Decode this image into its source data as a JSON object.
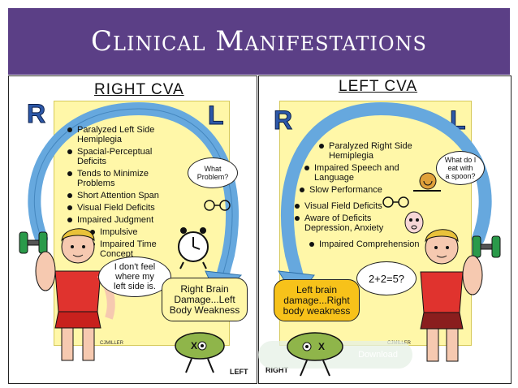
{
  "header": {
    "title": "Clinical Manifestations"
  },
  "left_panel": {
    "title": "RIGHT CVA",
    "letter_r": "R",
    "letter_l": "L",
    "items": [
      [
        "Paralyzed Left Side",
        "Hemiplegia"
      ],
      [
        "Spacial-Perceptual",
        "Deficits"
      ],
      [
        "Tends to Minimize",
        "Problems"
      ],
      [
        "Short Attention Span"
      ],
      [
        "Visual Field Deficits"
      ],
      [
        "Impaired Judgment"
      ],
      [
        "Impulsive"
      ],
      [
        "Impaired Time",
        "Concept"
      ]
    ],
    "bubble_question": [
      "What",
      "Problem?"
    ],
    "bubble_speech": [
      "I don't feel",
      "where my",
      "left side is."
    ],
    "damage_note": [
      "Right Brain",
      "Damage...Left",
      "Body Weakness"
    ],
    "footer_label": "LEFT",
    "signature": "CJMILLER"
  },
  "right_panel": {
    "title": "LEFT CVA",
    "letter_r": "R",
    "letter_l": "L",
    "items": [
      [
        "Paralyzed Right Side",
        "Hemiplegia"
      ],
      [
        "Impaired Speech and",
        "Language"
      ],
      [
        "Slow Performance"
      ],
      [
        "Visual Field Deficits"
      ],
      [
        "Aware of Deficits",
        "Depression, Anxiety"
      ],
      [
        "Impaired Comprehension"
      ]
    ],
    "bubble_question": [
      "What do I",
      "eat with",
      "a spoon?"
    ],
    "bubble_speech": [
      "2+2=5?"
    ],
    "damage_note": [
      "Left brain",
      "damage...Right",
      "body weakness"
    ],
    "footer_label": "RIGHT",
    "signature": "CJMILLER"
  },
  "overlay": {
    "label": "Download"
  },
  "colors": {
    "header_bg": "#5b3f86",
    "card_bg": "#fff7a8",
    "arrow_blue": "#66a8de",
    "letter_blue": "#2d58a8",
    "note_yellow": "#f7c21a",
    "shirt_red": "#e0332e",
    "brain_green": "#8fb54a"
  }
}
